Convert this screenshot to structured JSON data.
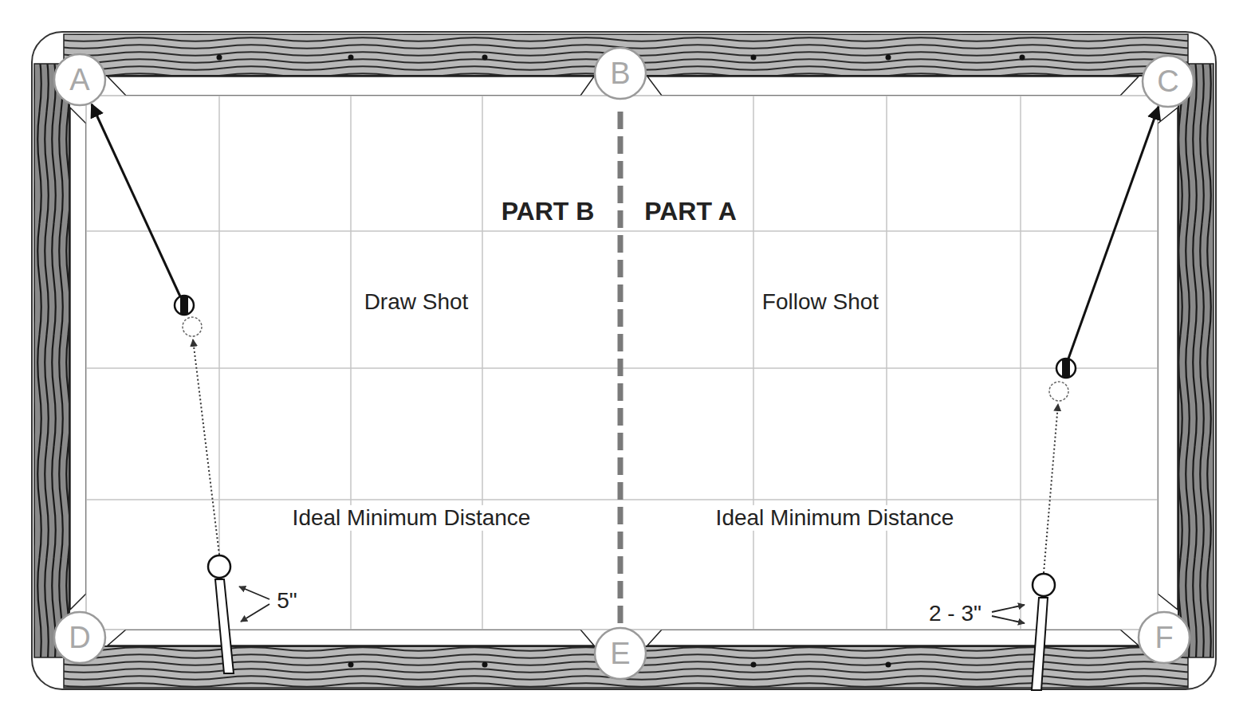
{
  "diagram": {
    "nodes": [
      {
        "text": [
          "A"
        ]
      },
      {
        "text": [
          "B"
        ]
      },
      {
        "text": [
          "C"
        ]
      },
      {
        "text": [
          "D"
        ]
      },
      {
        "text": [
          "E"
        ]
      },
      {
        "text": [
          "F"
        ]
      }
    ],
    "labels": [
      "PART B",
      "PART A",
      "Draw Shot",
      "Follow Shot",
      "Ideal Minimum Distance",
      "Ideal Minimum Distance",
      "5\"",
      "2 - 3\""
    ]
  }
}
